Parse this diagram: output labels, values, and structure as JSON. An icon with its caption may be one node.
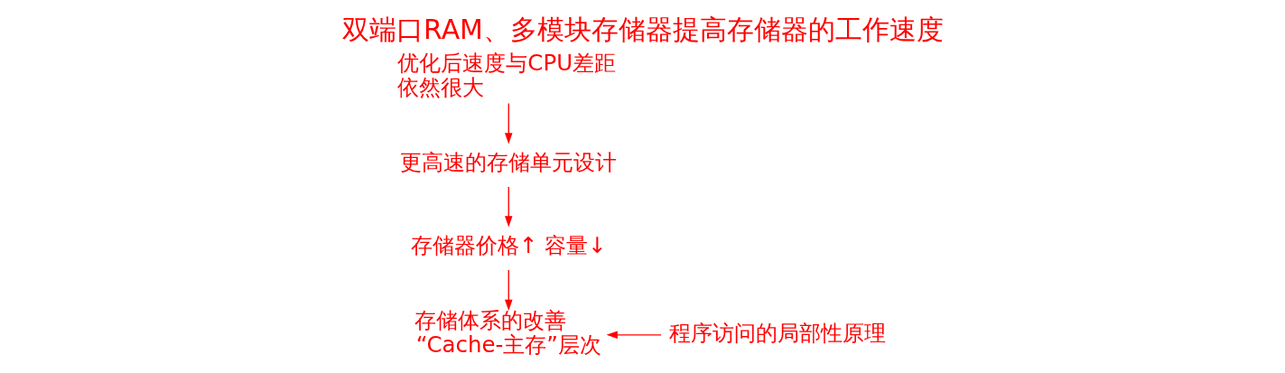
{
  "diagram": {
    "title": "双端口RAM、多模块存储器提高存储器的工作速度",
    "nodes": [
      {
        "text": [
          "优化后速度与CPU差距依然很大"
        ]
      },
      {
        "text": [
          "更高速的存储单元设计"
        ]
      },
      {
        "text": [
          "存储器价格↑ 容量↓"
        ]
      },
      {
        "text": [
          "存储体系的改善",
          "“Cache-主存”层次"
        ]
      },
      {
        "text": [
          "程序访问的局部性原理"
        ]
      }
    ],
    "edges": [
      {
        "from": 0,
        "to": 1,
        "arrow": "to"
      },
      {
        "from": 1,
        "to": 2,
        "arrow": "to"
      },
      {
        "from": 2,
        "to": 3,
        "arrow": "to"
      },
      {
        "from": 4,
        "to": 3,
        "arrow": "to"
      }
    ]
  }
}
